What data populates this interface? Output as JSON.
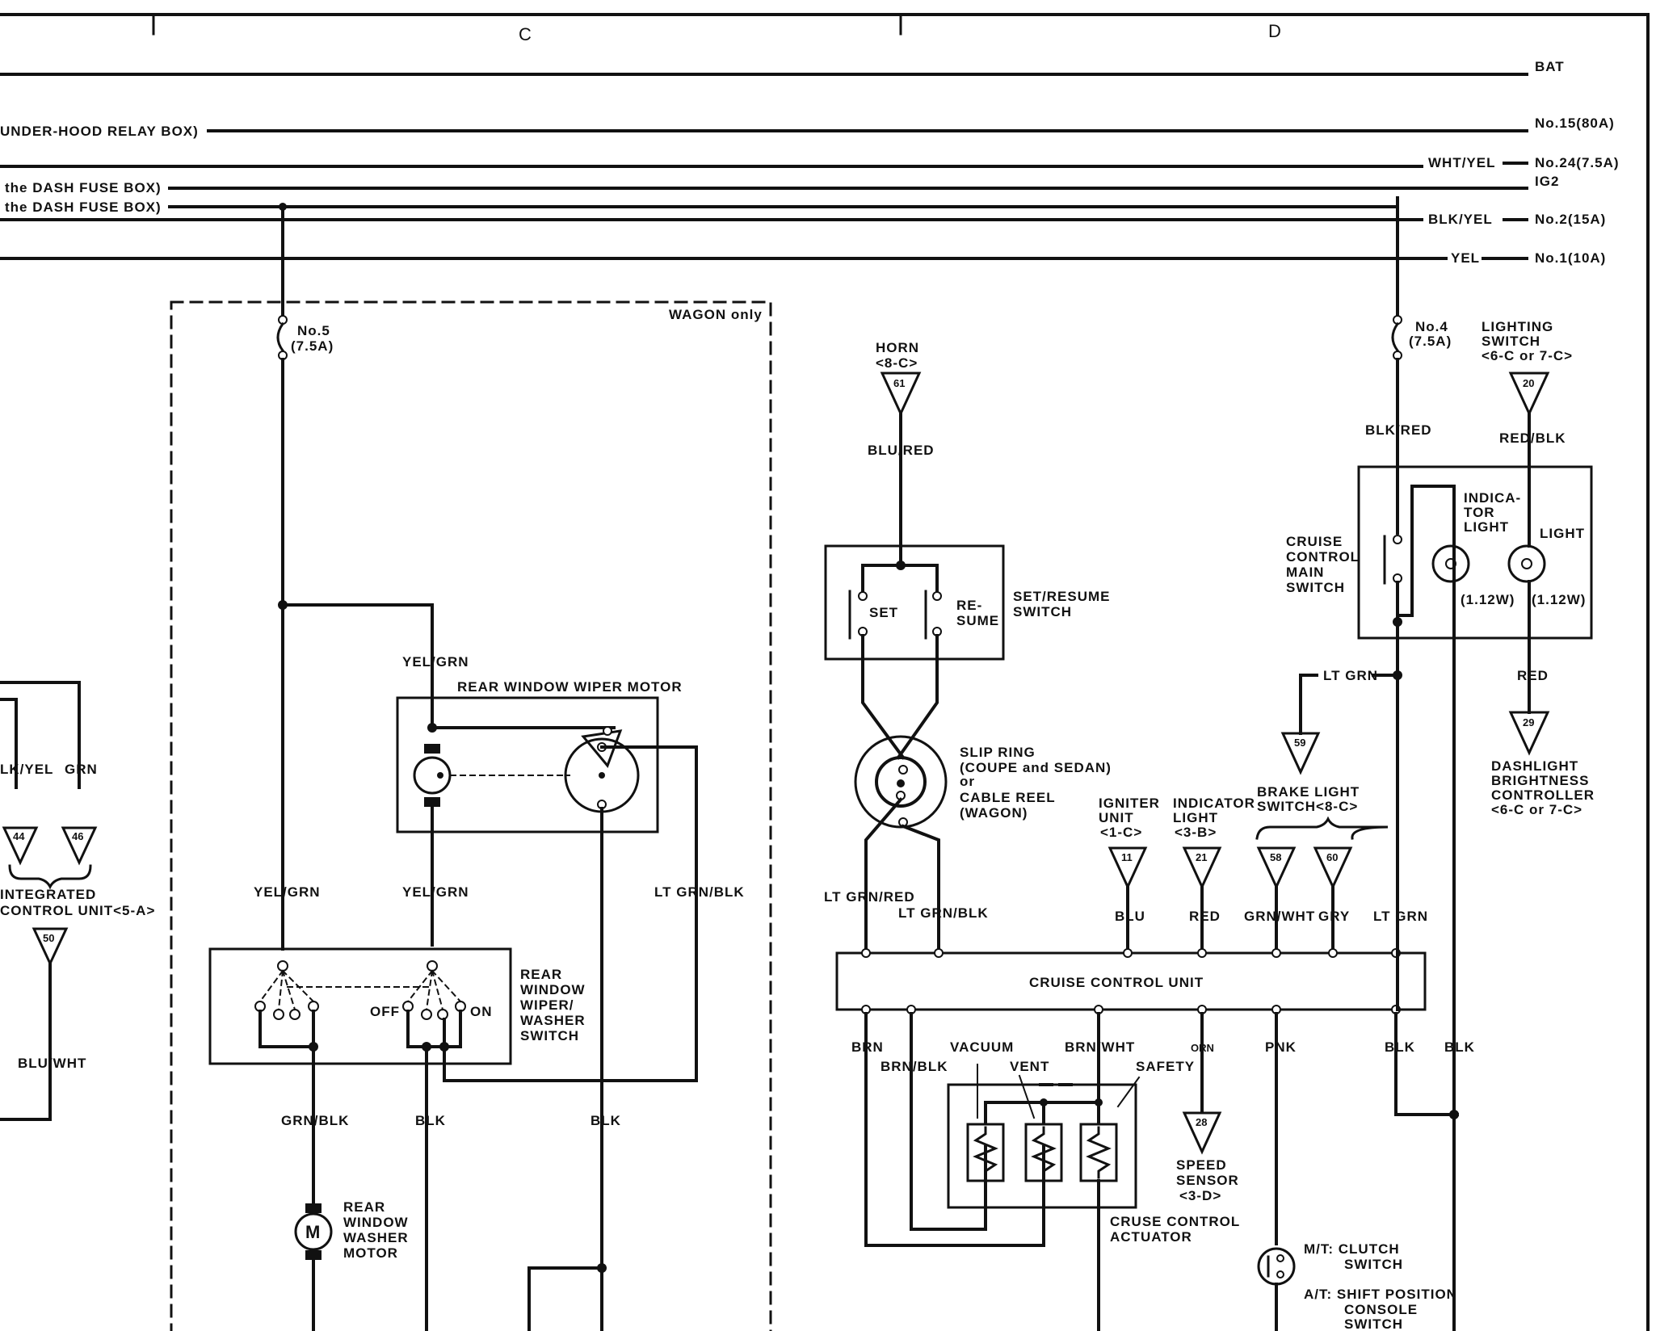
{
  "columns": [
    "C",
    "D"
  ],
  "bus": {
    "bat": "BAT",
    "underhood": "UNDER-HOOD RELAY BOX)",
    "fuse15": "No.15(80A)",
    "whtyel": "WHT/YEL",
    "fuse24": "No.24(7.5A)",
    "dash1": "the DASH FUSE BOX)",
    "ig2": "IG2",
    "dash2": "the DASH FUSE BOX)",
    "blkyel": "BLK/YEL",
    "fuse2": "No.2(15A)",
    "yel": "YEL",
    "fuse1": "No.1(10A)"
  },
  "left": {
    "wire1": "LK/YEL",
    "wire2": "GRN",
    "conn1": "44",
    "conn2": "46",
    "icu1": "INTEGRATED",
    "icu2": "CONTROL UNIT<5-A>",
    "conn3": "50",
    "wire3": "BLU/WHT"
  },
  "wagon": {
    "label": "WAGON only",
    "fuse_no": "No.5",
    "fuse_amp": "(7.5A)",
    "yelgrn_top": "YEL/GRN",
    "motor_title": "REAR WINDOW WIPER MOTOR",
    "yelgrn_left": "YEL/GRN",
    "yelgrn_mid": "YEL/GRN",
    "ltgrnblk": "LT GRN/BLK",
    "sw_l1": "REAR",
    "sw_l2": "WINDOW",
    "sw_l3": "WIPER/",
    "sw_l4": "WASHER",
    "sw_l5": "SWITCH",
    "off": "OFF",
    "on": "ON",
    "grnblk": "GRN/BLK",
    "blk1": "BLK",
    "blk2": "BLK",
    "washer_m": "M",
    "washer1": "REAR",
    "washer2": "WINDOW",
    "washer3": "WASHER",
    "washer4": "MOTOR"
  },
  "cruise": {
    "horn1": "HORN",
    "horn2": "<8-C>",
    "horn_conn": "61",
    "blured": "BLU/RED",
    "set": "SET",
    "re": "RE-",
    "sume": "SUME",
    "setres1": "SET/RESUME",
    "setres2": "SWITCH",
    "slip1": "SLIP RING",
    "slip2": "(COUPE and SEDAN)",
    "slip3": "or",
    "slip4": "CABLE REEL",
    "slip5": "(WAGON)",
    "ltgrnred": "LT GRN/RED",
    "ltgrnblk": "LT GRN/BLK",
    "ign1": "IGNITER",
    "ign2": "UNIT",
    "ign3": "<1-C>",
    "ign_conn": "11",
    "ind1": "INDICATOR",
    "ind2": "LIGHT",
    "ind3": "<3-B>",
    "ind_conn": "21",
    "brake1": "BRAKE LIGHT",
    "brake2": "SWITCH<8-C>",
    "brake_conn1": "58",
    "brake_conn2": "60",
    "blu": "BLU",
    "red": "RED",
    "grnwht": "GRN/WHT",
    "gry": "GRY",
    "ltgrn_in": "LT GRN",
    "unit": "CRUISE CONTROL UNIT",
    "brn": "BRN",
    "brnblk": "BRN/BLK",
    "vacuum": "VACUUM",
    "vent": "VENT",
    "brnwht": "BRN/WHT",
    "safety": "SAFETY",
    "orn": "ORN",
    "pnk": "PNK",
    "blk_a": "BLK",
    "blk_b": "BLK",
    "speed_conn": "28",
    "speed1": "SPEED",
    "speed2": "SENSOR",
    "speed3": "<3-D>",
    "act1": "CRUSE CONTROL",
    "act2": "ACTUATOR",
    "mt": "M/T: CLUTCH",
    "mt2": "SWITCH",
    "at": "A/T: SHIFT POSITION",
    "at2": "CONSOLE",
    "at3": "SWITCH"
  },
  "main_sw": {
    "fuse_no": "No.4",
    "fuse_amp": "(7.5A)",
    "blkred": "BLK/RED",
    "sw1": "CRUISE",
    "sw2": "CONTROL",
    "sw3": "MAIN",
    "sw4": "SWITCH",
    "ind1": "INDICA-",
    "ind2": "TOR",
    "ind3": "LIGHT",
    "light": "LIGHT",
    "watt1": "(1.12W)",
    "watt2": "(1.12W)",
    "lts1": "LIGHTING",
    "lts2": "SWITCH",
    "lts3": "<6-C or 7-C>",
    "lts_conn": "20",
    "redblk": "RED/BLK",
    "ltgrn": "LT GRN",
    "conn59": "59",
    "red": "RED",
    "conn29": "29",
    "dash1": "DASHLIGHT",
    "dash2": "BRIGHTNESS",
    "dash3": "CONTROLLER",
    "dash4": "<6-C or 7-C>"
  }
}
